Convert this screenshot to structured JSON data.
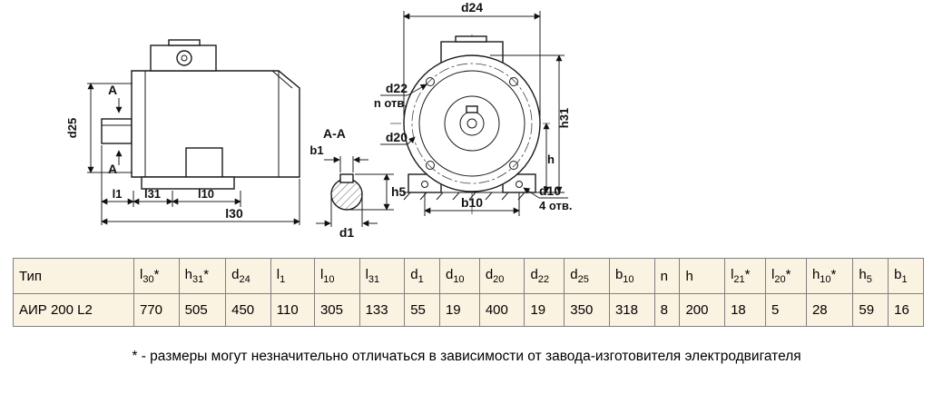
{
  "drawing": {
    "side_view": {
      "a_top": "A",
      "a_bottom": "A",
      "d25": "d25",
      "l1": "l1",
      "l31": "l31",
      "l10": "l10",
      "l30": "l30"
    },
    "section_view": {
      "title": "A-A",
      "b1": "b1",
      "h5": "h5",
      "d1": "d1"
    },
    "front_view": {
      "d24": "d24",
      "d22": "d22",
      "n_holes": "n отв.",
      "d20": "d20",
      "h31": "h31",
      "h": "h",
      "b10": "b10",
      "d10": "d10",
      "four_holes": "4 отв."
    }
  },
  "table": {
    "bg": "#faf3e1",
    "border": "#808080",
    "headers": [
      {
        "label": "Тип"
      },
      {
        "base": "l",
        "sub": "30",
        "star": "*"
      },
      {
        "base": "h",
        "sub": "31",
        "star": "*"
      },
      {
        "base": "d",
        "sub": "24"
      },
      {
        "base": "l",
        "sub": "1"
      },
      {
        "base": "l",
        "sub": "10"
      },
      {
        "base": "l",
        "sub": "31"
      },
      {
        "base": "d",
        "sub": "1"
      },
      {
        "base": "d",
        "sub": "10"
      },
      {
        "base": "d",
        "sub": "20"
      },
      {
        "base": "d",
        "sub": "22"
      },
      {
        "base": "d",
        "sub": "25"
      },
      {
        "base": "b",
        "sub": "10"
      },
      {
        "base": "n"
      },
      {
        "base": "h"
      },
      {
        "base": "l",
        "sub": "21",
        "star": "*"
      },
      {
        "base": "l",
        "sub": "20",
        "star": "*"
      },
      {
        "base": "h",
        "sub": "10",
        "star": "*"
      },
      {
        "base": "h",
        "sub": "5"
      },
      {
        "base": "b",
        "sub": "1"
      }
    ],
    "rows": [
      [
        "АИР 200 L2",
        "770",
        "505",
        "450",
        "110",
        "305",
        "133",
        "55",
        "19",
        "400",
        "19",
        "350",
        "318",
        "8",
        "200",
        "18",
        "5",
        "28",
        "59",
        "16"
      ]
    ]
  },
  "footnote": "* - размеры могут незначительно отличаться в зависимости от завода-изготовителя электродвигателя"
}
